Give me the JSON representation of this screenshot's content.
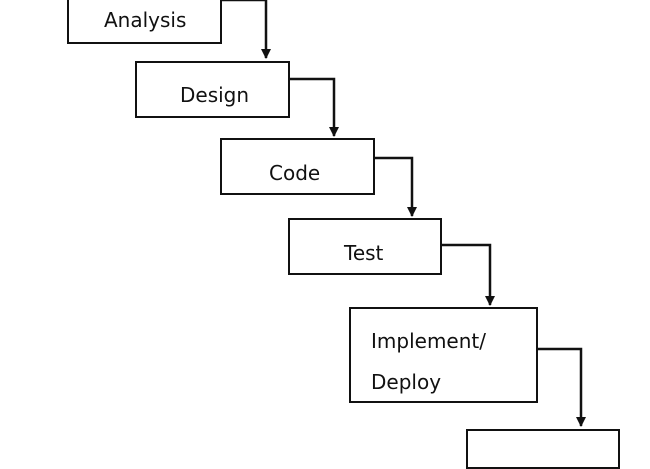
{
  "diagram": {
    "stages": [
      {
        "id": "analysis",
        "label": "Analysis"
      },
      {
        "id": "design",
        "label": "Design"
      },
      {
        "id": "code",
        "label": "Code"
      },
      {
        "id": "test",
        "label": "Test"
      },
      {
        "id": "implement",
        "label_line1": "Implement/",
        "label_line2": "Deploy"
      },
      {
        "id": "next",
        "label": ""
      }
    ],
    "colors": {
      "stroke": "#111111",
      "background": "#ffffff",
      "text": "#111111"
    }
  }
}
